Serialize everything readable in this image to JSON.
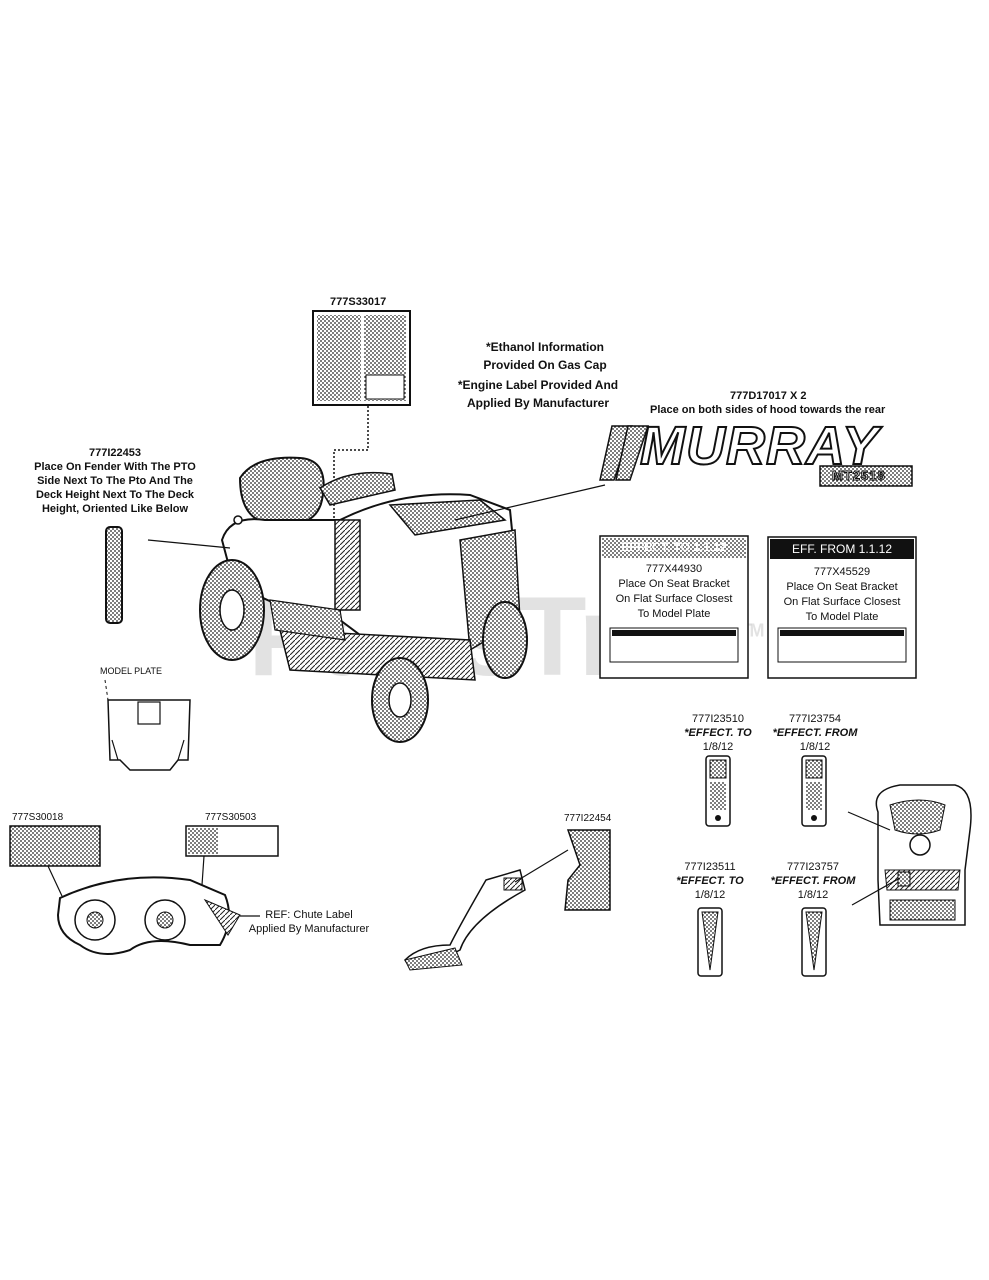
{
  "watermark": "PartsTree",
  "watermark_tm": "TM",
  "callouts": {
    "s33017_part": "777S33017",
    "ethanol_line1": "*Ethanol Information",
    "ethanol_line2": "Provided On Gas Cap",
    "engine_line1": "*Engine Label Provided And",
    "engine_line2": "Applied By Manufacturer",
    "d17017_part": "777D17017 X 2",
    "d17017_note": "Place on both sides of hood towards the rear",
    "murray_logo": "MURRAY",
    "murray_model": "MT2518",
    "i22453_part": "777I22453",
    "i22453_line1": "Place On Fender With The PTO",
    "i22453_line2": "Side Next To The Pto And The",
    "i22453_line3": "Deck Height Next To The Deck",
    "i22453_line4": "Height, Oriented Like Below",
    "x44930_header": "EFFECT. TO 1.1.12",
    "x44930_part": "777X44930",
    "x44930_line1": "Place On Seat Bracket",
    "x44930_line2": "On Flat Surface Closest",
    "x44930_line3": "To Model Plate",
    "x45529_header": "EFF. FROM 1.1.12",
    "x45529_part": "777X45529",
    "x45529_line1": "Place On Seat Bracket",
    "x45529_line2": "On Flat Surface Closest",
    "x45529_line3": "To Model Plate",
    "model_plate": "MODEL PLATE",
    "i23510_part": "777I23510",
    "i23510_eff": "*EFFECT. TO",
    "i23510_date": "1/8/12",
    "i23754_part": "777I23754",
    "i23754_eff": "*EFFECT. FROM",
    "i23754_date": "1/8/12",
    "s30018_part": "777S30018",
    "s30503_part": "777S30503",
    "i22454_part": "777I22454",
    "chute_line1": "REF: Chute Label",
    "chute_line2": "Applied By Manufacturer",
    "i23511_part": "777I23511",
    "i23511_eff": "*EFFECT. TO",
    "i23511_date": "1/8/12",
    "i23757_part": "777I23757",
    "i23757_eff": "*EFFECT. FROM",
    "i23757_date": "1/8/12"
  }
}
